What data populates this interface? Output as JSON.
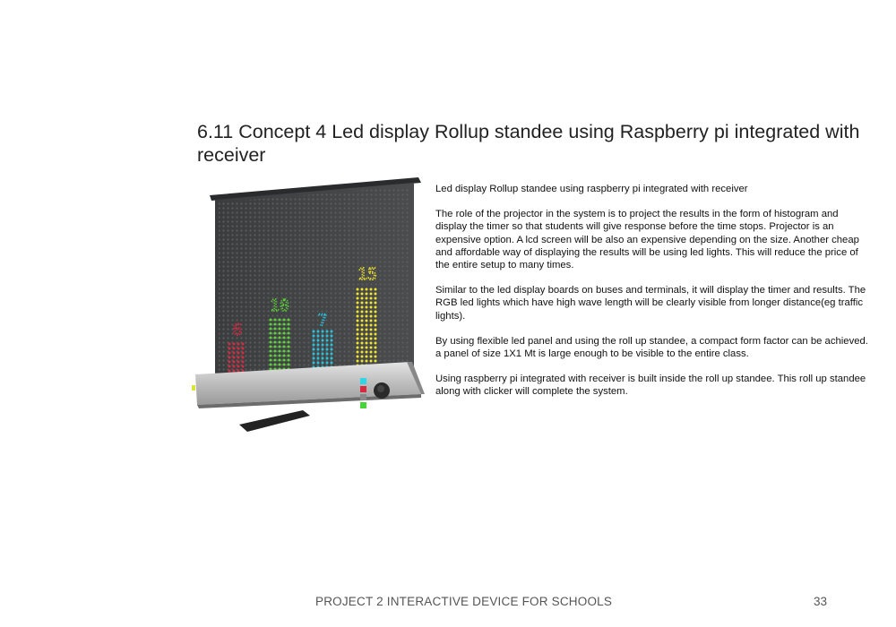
{
  "section": {
    "heading": "6.11 Concept 4 Led display Rollup standee using Raspberry pi integrated with receiver"
  },
  "content": {
    "paragraphs": [
      "Led display Rollup standee using raspberry pi integrated with receiver",
      "The role of the projector in the system is to project the results in the form of histogram and display the timer so that students will give response before the time stops. Projector is an expensive option. A lcd screen will be also an expensive depending on the size. Another cheap and affordable way of displaying the results will be using led lights. This will reduce the price of the entire setup to many times.",
      "Similar to the led display boards on buses and terminals, it will display the timer and results. The RGB led lights which have high wave length will be clearly visible from longer distance(eg traffic lights).",
      "By using flexible led panel and using the roll up standee, a compact form factor can be achieved. a panel of size 1X1 Mt is large enough to be visible to the entire class.",
      "Using raspberry pi integrated with receiver is built inside the roll up standee. This roll up standee along with clicker will complete the system."
    ]
  },
  "illustration": {
    "bars": [
      {
        "label": "6",
        "color": "#d9293f"
      },
      {
        "label": "10",
        "color": "#5ad336"
      },
      {
        "label": "7",
        "color": "#27c3dd"
      },
      {
        "label": "15",
        "color": "#f0e52a"
      }
    ],
    "indicator_colors": [
      "#2fd6e8",
      "#d9293f",
      "#8a8a8a",
      "#45d43a"
    ]
  },
  "footer": {
    "document_title": "PROJECT 2 INTERACTIVE DEVICE FOR SCHOOLS",
    "page_number": "33"
  }
}
